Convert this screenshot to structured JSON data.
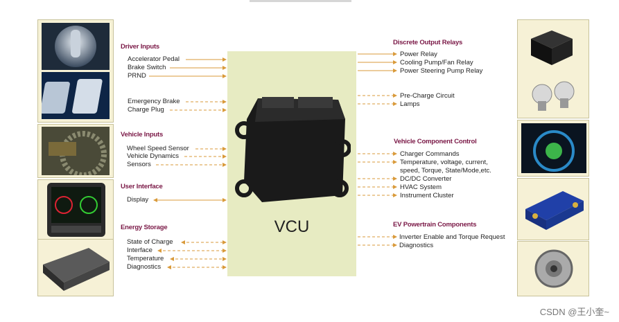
{
  "center": {
    "label": "VCU"
  },
  "left_groups": [
    {
      "title": "Driver Inputs",
      "items": [
        "Accelerator Pedal",
        "Brake Switch",
        "PRND"
      ]
    },
    {
      "title": "",
      "items": [
        "Emergency Brake",
        "Charge Plug"
      ]
    },
    {
      "title": "Vehicle Inputs",
      "items": [
        "Wheel Speed Sensor",
        "Vehicle Dynamics",
        "Sensors"
      ]
    },
    {
      "title": "User Interface",
      "items": [
        "Display"
      ]
    },
    {
      "title": "Energy Storage",
      "items": [
        "State of Charge",
        "Interface",
        "Temperature",
        "Diagnostics"
      ]
    }
  ],
  "right_groups": [
    {
      "title": "Discrete Output Relays",
      "items": [
        "Power Relay",
        "Cooling Pump/Fan Relay",
        "Power Steering Pump Relay"
      ]
    },
    {
      "title": "",
      "items": [
        "Pre-Charge Circuit",
        "Lamps"
      ]
    },
    {
      "title": "Vehicle Component Control",
      "items": [
        "Charger Commands",
        "Temperature, voltage, current,",
        "speed, Torque, State/Mode,etc.",
        "DC/DC Converter",
        "HVAC System",
        "Instrument Cluster"
      ]
    },
    {
      "title": "EV Powertrain Components",
      "items": [
        "Inverter Enable and Torque Request",
        "Diagnostics"
      ]
    }
  ],
  "left_photos": [
    "gear-shifter-photo",
    "pedals-photo",
    "wheel-sensor-photo",
    "display-unit-photo",
    "battery-pack-photo"
  ],
  "right_photos": [
    "relay-photo",
    "lamps-photo",
    "instrument-cluster-photo",
    "converter-photo",
    "motor-photo"
  ],
  "watermark": "CSDN @王小奎~",
  "colors": {
    "header": "#7a1846",
    "vcu_box": "#e7ebc2",
    "frame": "#f6f1d6",
    "arrow": "#d99a3a"
  }
}
